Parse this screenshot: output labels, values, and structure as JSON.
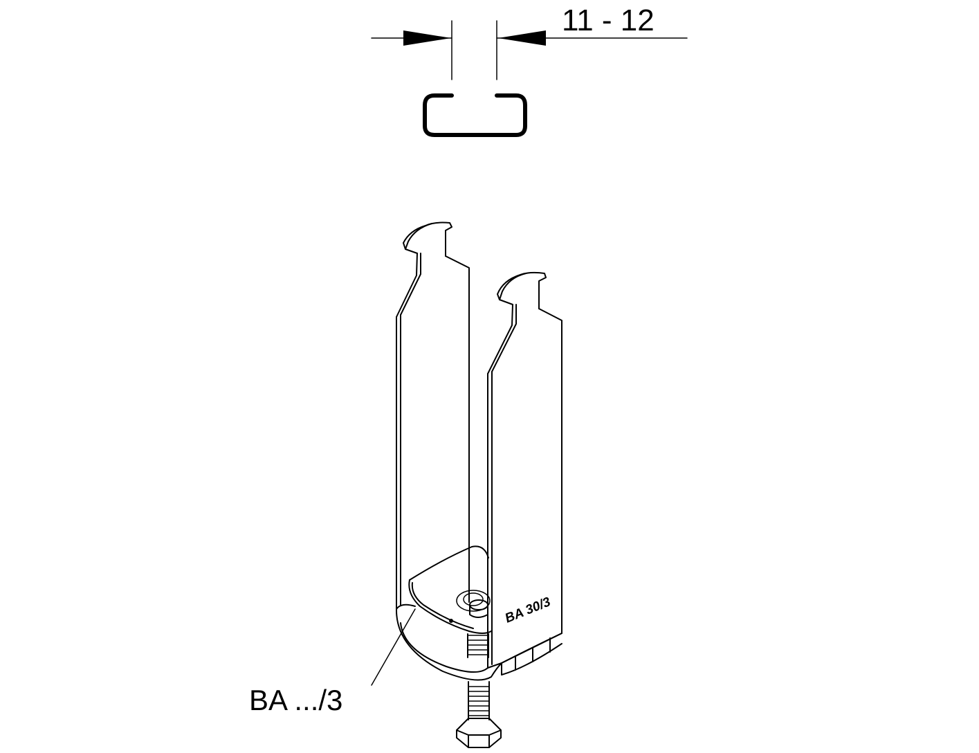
{
  "dimension": {
    "value_label": "11 - 12"
  },
  "part_label": "BA .../3",
  "stamp_text": "BA 30/3",
  "colors": {
    "line": "#000000",
    "background": "#ffffff"
  }
}
